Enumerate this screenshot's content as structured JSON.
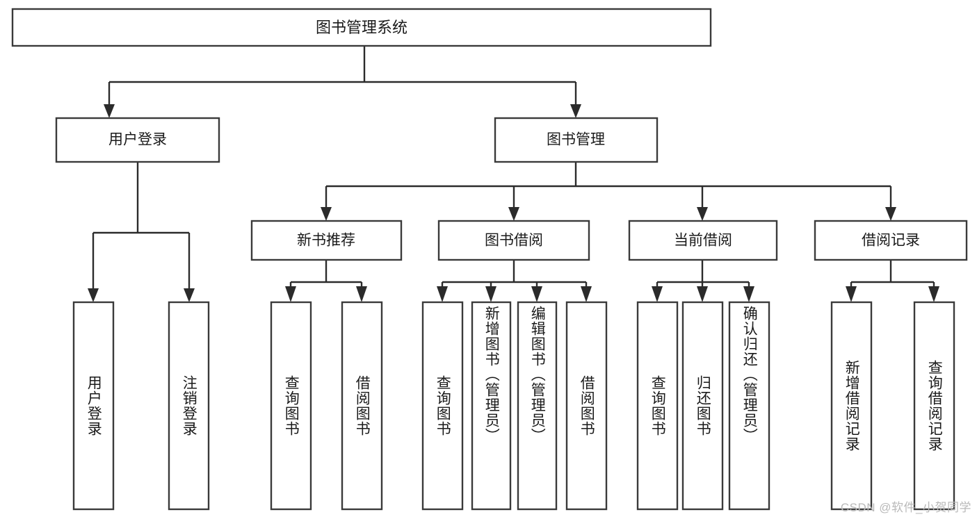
{
  "diagram": {
    "title": "图书管理系统",
    "type": "tree-hierarchy",
    "orientation": "top-down",
    "colors": {
      "box_stroke": "#3a3a3a",
      "box_fill": "#ffffff",
      "connector": "#2b2b2b",
      "text": "#1a1a1a",
      "background": "#ffffff",
      "watermark": "#b9b9b9"
    }
  },
  "root": {
    "label": "图书管理系统"
  },
  "level2": [
    {
      "label": "用户登录"
    },
    {
      "label": "图书管理"
    }
  ],
  "level3": [
    {
      "label": "新书推荐"
    },
    {
      "label": "图书借阅"
    },
    {
      "label": "当前借阅"
    },
    {
      "label": "借阅记录"
    }
  ],
  "leaves": {
    "user_login": [
      {
        "label": "用户登录"
      },
      {
        "label": "注销登录"
      }
    ],
    "new_book_recommend": [
      {
        "label": "查询图书"
      },
      {
        "label": "借阅图书"
      }
    ],
    "book_borrow": [
      {
        "label": "查询图书"
      },
      {
        "label": "新增图书（管理员）"
      },
      {
        "label": "编辑图书（管理员）"
      },
      {
        "label": "借阅图书"
      }
    ],
    "current_borrow": [
      {
        "label": "查询图书"
      },
      {
        "label": "归还图书"
      },
      {
        "label": "确认归还（管理员）"
      }
    ],
    "borrow_record": [
      {
        "label": "新增借阅记录"
      },
      {
        "label": "查询借阅记录"
      }
    ]
  },
  "watermark": {
    "text": "CSDN @软件_小贺同学"
  }
}
